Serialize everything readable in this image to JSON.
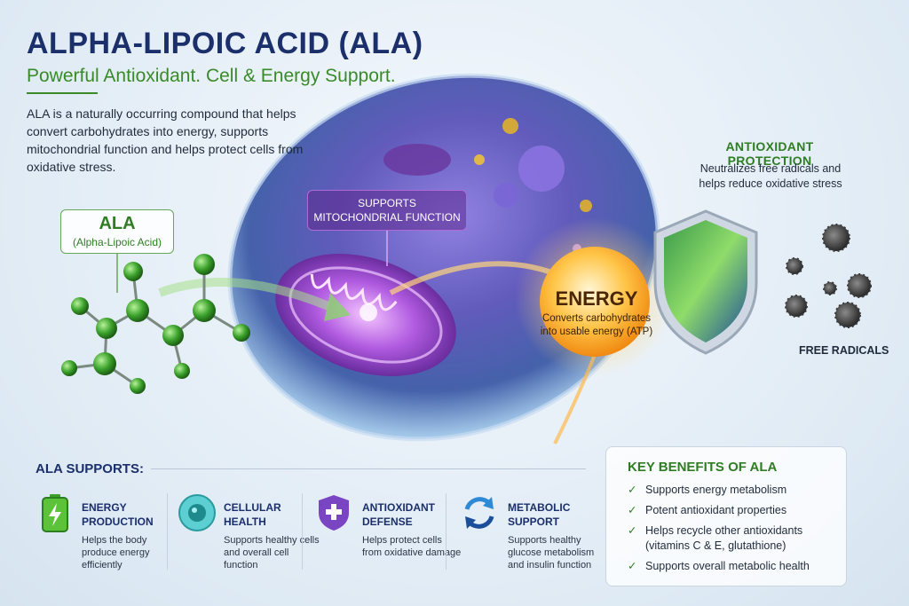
{
  "header": {
    "title": "ALPHA-LIPOIC ACID (ALA)",
    "subtitle": "Powerful Antioxidant. Cell & Energy Support.",
    "intro": "ALA is a naturally occurring compound that helps convert carbohydrates into energy, supports mitochondrial function and helps protect cells from oxidative stress."
  },
  "ala_label": {
    "name": "ALA",
    "full": "(Alpha-Lipoic Acid)"
  },
  "mito_label": {
    "line1": "SUPPORTS",
    "line2": "MITOCHONDRIAL FUNCTION"
  },
  "energy": {
    "title": "ENERGY",
    "desc": "Converts carbohydrates into usable energy (ATP)"
  },
  "antioxidant_protection": {
    "title": "ANTIOXIDANT PROTECTION",
    "desc": "Neutralizes free radicals and helps reduce oxidative stress"
  },
  "free_radicals_label": "FREE RADICALS",
  "supports": {
    "title": "ALA SUPPORTS:",
    "items": [
      {
        "line1": "ENERGY",
        "line2": "PRODUCTION",
        "desc": "Helps the body produce energy efficiently",
        "icon": "battery-icon"
      },
      {
        "line1": "CELLULAR",
        "line2": "HEALTH",
        "desc": "Supports healthy cells and overall cell function",
        "icon": "cell-icon"
      },
      {
        "line1": "ANTIOXIDANT",
        "line2": "DEFENSE",
        "desc": "Helps protect cells from oxidative damage",
        "icon": "shield-plus-icon"
      },
      {
        "line1": "METABOLIC",
        "line2": "SUPPORT",
        "desc": "Supports healthy glucose metabolism and insulin function",
        "icon": "cycle-arrows-icon"
      }
    ]
  },
  "key_benefits": {
    "title": "KEY BENEFITS OF ALA",
    "check": "✓",
    "items": [
      "Supports energy metabolism",
      "Potent antioxidant properties",
      "Helps recycle other antioxidants (vitamins C & E, glutathione)",
      "Supports overall metabolic health"
    ]
  },
  "colors": {
    "title": "#1b2f6b",
    "accent_green": "#3a8a2a",
    "mito_purple": "#8a3fc4",
    "energy_orange": "#f5a623"
  }
}
